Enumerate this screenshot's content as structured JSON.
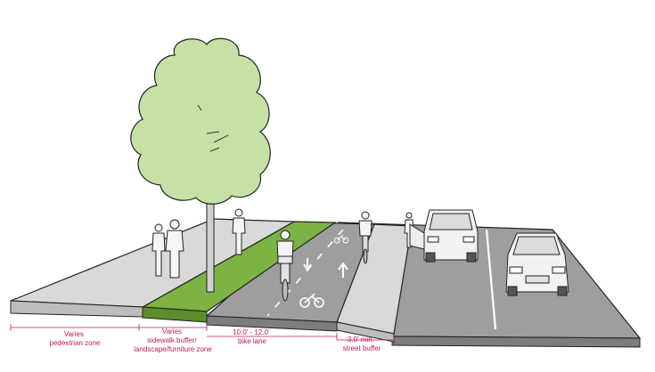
{
  "colors": {
    "sidewalk": "#d9d9d9",
    "sidewalk_side": "#bdbdbd",
    "road": "#9e9e9e",
    "road_side": "#7d7d7d",
    "green_buffer": "#7cb342",
    "green_side": "#5b8f2a",
    "tree_foliage": "#c5e1a5",
    "outline": "#222222",
    "dimension": "#c2185b",
    "marking": "#ffffff",
    "car": "#f2f2f2"
  },
  "icons": [
    "tree-icon",
    "pedestrian-icon",
    "cyclist-icon",
    "car-icon",
    "bike-symbol-icon",
    "arrow-icon"
  ],
  "dimensions": [
    {
      "id": "pedestrian",
      "lines": [
        "Varies",
        "pedestrian zone"
      ]
    },
    {
      "id": "buffer",
      "lines": [
        "Varies",
        "sidewalk buffer/",
        "landscape/furniture zone"
      ]
    },
    {
      "id": "bike",
      "lines": [
        "10.0' - 12.0'",
        "bike lane"
      ]
    },
    {
      "id": "street",
      "lines": [
        "3.0' min.",
        "street buffer"
      ]
    }
  ]
}
